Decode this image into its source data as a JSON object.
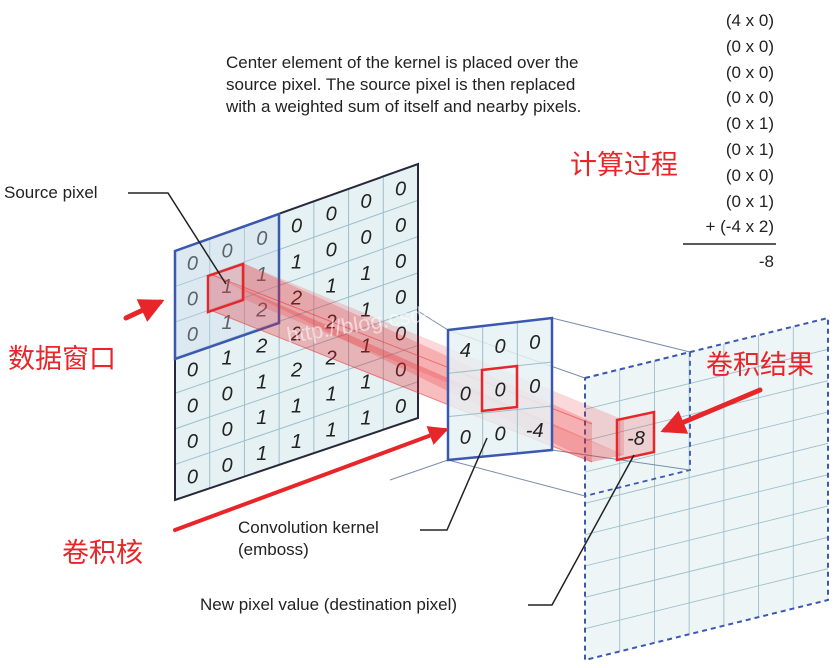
{
  "description": "Center element of the kernel is placed over the source pixel. The source pixel is then replaced with a weighted sum of itself and nearby pixels.",
  "description_lines": [
    "Center element of the kernel is placed over the",
    "source pixel. The source pixel is then replaced",
    "with a weighted sum of itself and nearby pixels."
  ],
  "calculation": {
    "title": "计算过程",
    "terms": [
      "(4 x 0)",
      "(0 x 0)",
      "(0 x 0)",
      "(0 x 0)",
      "(0 x 1)",
      "(0 x 1)",
      "(0 x 0)",
      "(0 x 1)",
      "+ (-4 x 2)"
    ],
    "result": "-8"
  },
  "labels": {
    "source_pixel": "Source pixel",
    "data_window": "数据窗口",
    "kernel_cn": "卷积核",
    "result_cn": "卷积结果",
    "kernel_line1": "Convolution kernel",
    "kernel_line2": "(emboss)",
    "new_pixel": "New pixel value (destination pixel)"
  },
  "source_grid": [
    [
      "0",
      "0",
      "0",
      "0",
      "0",
      "0",
      "0"
    ],
    [
      "0",
      "1",
      "1",
      "1",
      "0",
      "0",
      "0"
    ],
    [
      "0",
      "1",
      "2",
      "2",
      "1",
      "1",
      "0"
    ],
    [
      "0",
      "1",
      "2",
      "2",
      "2",
      "1",
      "0"
    ],
    [
      "0",
      "0",
      "1",
      "2",
      "2",
      "1",
      "0"
    ],
    [
      "0",
      "0",
      "1",
      "1",
      "1",
      "1",
      "0"
    ],
    [
      "0",
      "0",
      "1",
      "1",
      "1",
      "1",
      "0"
    ]
  ],
  "kernel": [
    [
      "4",
      "0",
      "0"
    ],
    [
      "0",
      "0",
      "0"
    ],
    [
      "0",
      "0",
      "-4"
    ]
  ],
  "destination_value": "-8",
  "watermark": "http://blog.csdn.net/",
  "colors": {
    "accent_red": "#e8262a",
    "window_blue": "#3a58b0",
    "grid_fill": "#e6f1f3",
    "frame_dark": "#27283a"
  }
}
